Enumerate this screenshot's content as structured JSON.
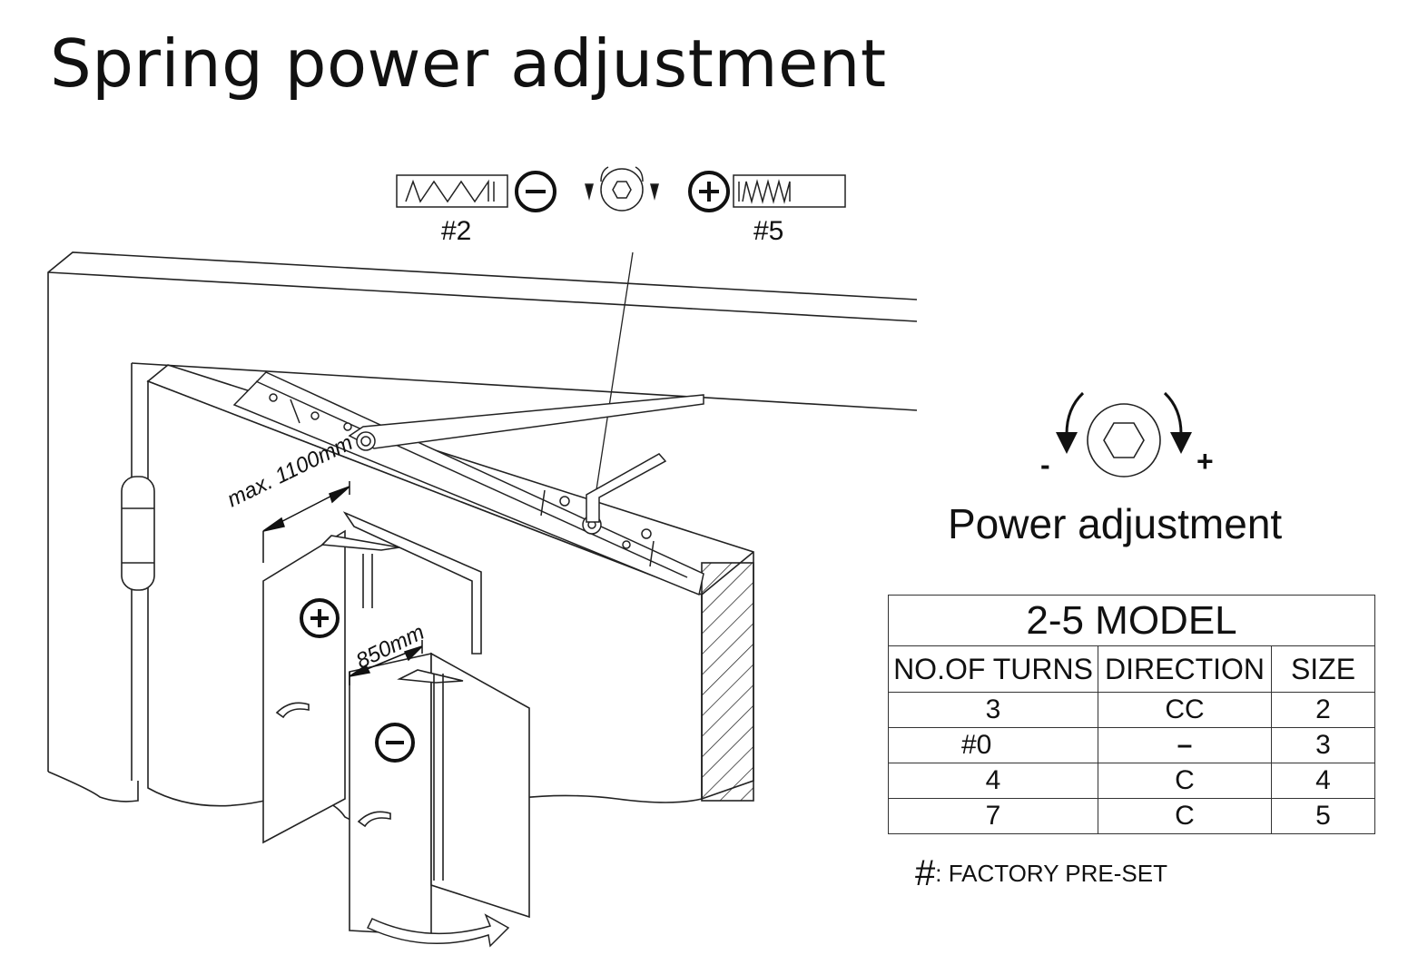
{
  "title": "Spring power adjustment",
  "spring_indicator": {
    "min_label": "#2",
    "max_label": "#5"
  },
  "dimensions": {
    "max_width": "max. 1100mm",
    "min_width": "850mm"
  },
  "power_adjustment": {
    "minus_label": "-",
    "plus_label": "+",
    "title": "Power adjustment"
  },
  "table": {
    "title": "2-5   MODEL",
    "columns": [
      "NO.OF TURNS",
      "DIRECTION",
      "SIZE"
    ],
    "rows": [
      {
        "turns": "3",
        "direction": "CC",
        "size": "2"
      },
      {
        "turns": "#0",
        "direction": "–",
        "size": "3"
      },
      {
        "turns": "4",
        "direction": "C",
        "size": "4"
      },
      {
        "turns": "7",
        "direction": "C",
        "size": "5"
      }
    ]
  },
  "footnote": {
    "symbol": "#",
    "text": ": FACTORY PRE-SET"
  },
  "icons": [
    "minus-circle-icon",
    "plus-circle-icon",
    "hex-socket-icon",
    "rotate-ccw-arrow-icon",
    "rotate-cw-arrow-icon"
  ]
}
